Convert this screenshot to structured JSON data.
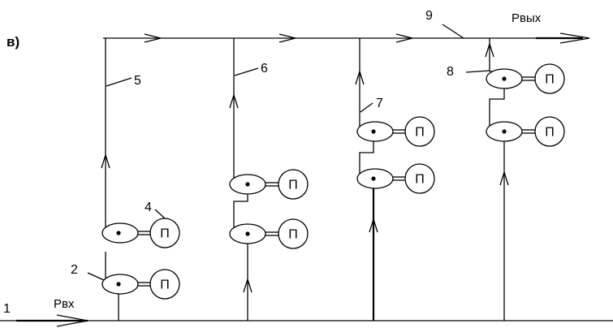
{
  "diagram": {
    "part_label": "в)",
    "p_in": "Рвх",
    "p_out": "Рвых",
    "motor_symbol": "П",
    "callouts": {
      "n1": "1",
      "n2": "2",
      "n4": "4",
      "n5": "5",
      "n6": "6",
      "n7": "7",
      "n8": "8",
      "n9": "9"
    }
  }
}
